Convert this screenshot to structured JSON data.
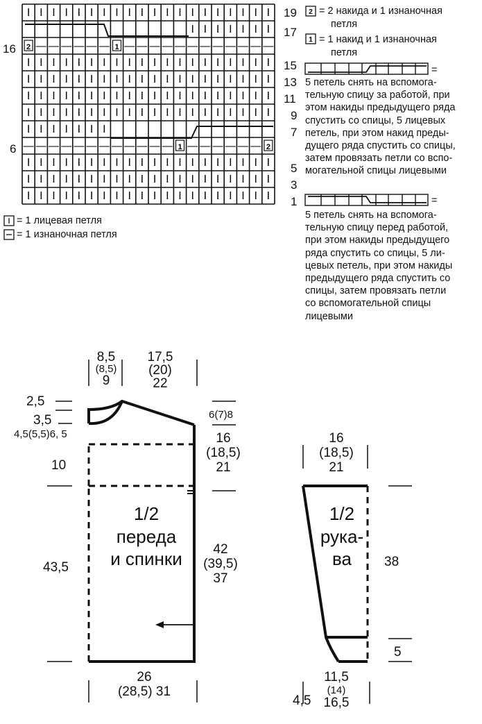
{
  "chart": {
    "left_rows": [
      "16",
      "6"
    ],
    "right_rows": [
      "19",
      "17",
      "15",
      "13",
      "11",
      "9",
      "7",
      "5",
      "3",
      "1"
    ],
    "sym_knit": "I",
    "sym_purl": "—",
    "sym_one_yo": "1",
    "sym_two_yo": "2"
  },
  "legend": {
    "two_yo": "= 2 накида и 1 изнаночная",
    "two_yo_cont": "петля",
    "one_yo": "= 1 накид и 1 изнаночная",
    "one_yo_cont": "петля",
    "eq": "=",
    "cable_back": [
      "5 петель снять на вспомога-",
      "тельную спицу за работой, при",
      "этом накиды предыдущего ряда",
      "спустить со спицы, 5 лицевых",
      "петель, при этом накид преды-",
      "дущего ряда спустить со спицы,",
      "затем провязать петли со вспо-",
      "могательной спицы лицевыми"
    ],
    "cable_front": [
      "5 петель снять на вспомога-",
      "тельную спицу перед работой,",
      "при этом накиды предыдущего",
      "ряда спустить со спицы, 5 ли-",
      "цевых петель, при этом накиды",
      "предыдущего ряда спустить со",
      "спицы, затем провязать петли",
      "со вспомогательной спицы",
      "лицевыми"
    ],
    "knit": "= 1 лицевая петля",
    "purl": "= 1 изнаночная петля"
  },
  "body_pattern": {
    "title": [
      "1/2",
      "переда",
      "и спинки"
    ],
    "neck_w": [
      "8,5",
      "(8,5)",
      "9"
    ],
    "shoulder_w": [
      "17,5",
      "(20)",
      "22"
    ],
    "d1": "2,5",
    "d2": "3,5",
    "d3": "4,5(5,5)6, 5",
    "d_10": "10",
    "d_435": "43,5",
    "shoulder_drop": "6(7)8",
    "armhole": [
      "16",
      "(18,5)",
      "21"
    ],
    "side": [
      "42",
      "(39,5)",
      "37"
    ],
    "hem_w": [
      "26",
      "(28,5)  31"
    ]
  },
  "sleeve_pattern": {
    "title": [
      "1/2",
      "рука-",
      "ва"
    ],
    "top_w": [
      "16",
      "(18,5)",
      "21"
    ],
    "length": "38",
    "cuff_h": "5",
    "cuff_h2": "4,5",
    "bottom_w": [
      "11,5",
      "(14)",
      "16,5"
    ]
  }
}
